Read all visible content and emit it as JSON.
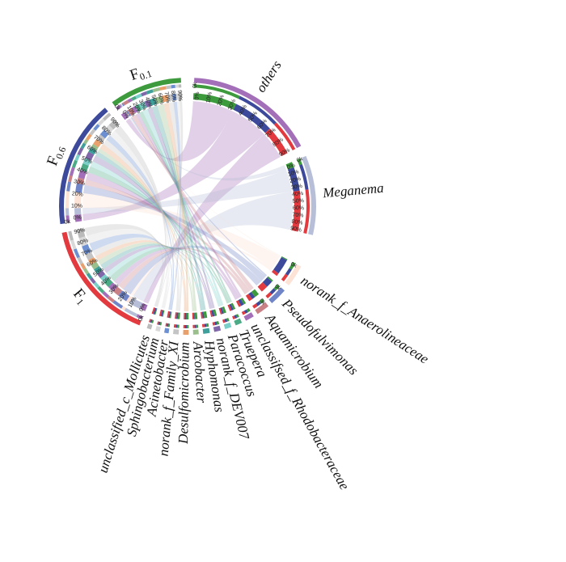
{
  "chart_data": {
    "type": "chord",
    "title": "",
    "colors": {
      "F0.1": "#3d9a3d",
      "F0.6": "#3d4a9c",
      "F1": "#e23a3e",
      "others": "#a36fb8",
      "Meganema": "#b7bfd8",
      "norank_f_Anaerolineaceae": "#fde2d6",
      "Pseudofulvimonas": "#6f85c7",
      "Aquamicrobium": "#c98186",
      "unclassified_f_Rhodobacteraceae": "#a36fb8",
      "Truepera": "#4aab86",
      "Paracoccus": "#7acfc9",
      "norank_f_DEV007": "#7f67a9",
      "Hyphomonas": "#3f9f9a",
      "Arcobacter": "#9bbf8c",
      "Desulfomicrobium": "#e8a06c",
      "norank_f_Family_XI": "#c4c4c4",
      "Acinetobacter": "#6b8fd1",
      "Sphingobacterium": "#d9d9d9",
      "unclassified_c_Mollicutes": "#bbbbbb"
    },
    "groups": [
      {
        "name": "F0.1",
        "base": "F",
        "sub": "0.1",
        "type": "sample",
        "value": 100
      },
      {
        "name": "F0.6",
        "base": "F",
        "sub": "0.6",
        "type": "sample",
        "value": 100
      },
      {
        "name": "F1",
        "base": "F",
        "sub": "1",
        "type": "sample",
        "value": 100
      },
      {
        "name": "others",
        "type": "taxon",
        "value": 100
      },
      {
        "name": "Meganema",
        "type": "taxon",
        "value": 100
      },
      {
        "name": "norank_f_Anaerolineaceae",
        "type": "taxon",
        "value": 100
      },
      {
        "name": "Pseudofulvimonas",
        "type": "taxon",
        "value": 100
      },
      {
        "name": "Aquamicrobium",
        "type": "taxon",
        "value": 100
      },
      {
        "name": "unclassified_f_Rhodobacteraceae",
        "type": "taxon",
        "value": 100
      },
      {
        "name": "Truepera",
        "type": "taxon",
        "value": 100
      },
      {
        "name": "Paracoccus",
        "type": "taxon",
        "value": 100
      },
      {
        "name": "norank_f_DEV007",
        "type": "taxon",
        "value": 100
      },
      {
        "name": "Hyphomonas",
        "type": "taxon",
        "value": 100
      },
      {
        "name": "Arcobacter",
        "type": "taxon",
        "value": 100
      },
      {
        "name": "Desulfomicrobium",
        "type": "taxon",
        "value": 100
      },
      {
        "name": "norank_f_Family_XI",
        "type": "taxon",
        "value": 100
      },
      {
        "name": "Acinetobacter",
        "type": "taxon",
        "value": 100
      },
      {
        "name": "Sphingobacterium",
        "type": "taxon",
        "value": 100
      },
      {
        "name": "unclassified_c_Mollicutes",
        "type": "taxon",
        "value": 100
      }
    ],
    "taxon_labels": {
      "Meganema": "Meganema",
      "norank_f_Anaerolineaceae": "norank_f_Anaerolineaceae",
      "Pseudofulvimonas": "Pseudofulvimonas",
      "Aquamicrobium": "Aquamicrobium",
      "unclassified_f_Rhodobacteraceae": "unclassifsed_f_Rhodobacteraceae",
      "Truepera": "Truepera",
      "Paracoccus": "Paracoccus",
      "norank_f_DEV007": "norank_f_DEV007",
      "Hyphomonas": "Hyphomonas",
      "Arcobacter": "Arcobacter",
      "Desulfomicrobium": "Desulfomicrobium",
      "norank_f_Family_XI": "norank_f_Family_XI",
      "Acinetobacter": "Acinetobacter",
      "Sphingobacterium": "Sphingobacterium",
      "unclassified_c_Mollicutes": "unclassified_c_Mollicutes"
    },
    "sample_tick_labels": [
      "0k",
      "0%",
      "10%",
      "20%",
      "30%",
      "40%",
      "50%",
      "60%",
      "70%",
      "80%",
      "90%"
    ],
    "taxon_tick_label": "0k",
    "links": [
      {
        "source": "F0.1",
        "target": "others",
        "value": 38
      },
      {
        "source": "F0.6",
        "target": "others",
        "value": 36
      },
      {
        "source": "F1",
        "target": "others",
        "value": 26
      },
      {
        "source": "F0.1",
        "target": "Meganema",
        "value": 8
      },
      {
        "source": "F0.6",
        "target": "Meganema",
        "value": 34
      },
      {
        "source": "F1",
        "target": "Meganema",
        "value": 58
      },
      {
        "source": "F0.1",
        "target": "norank_f_Anaerolineaceae",
        "value": 5
      },
      {
        "source": "F0.6",
        "target": "norank_f_Anaerolineaceae",
        "value": 80
      },
      {
        "source": "F1",
        "target": "norank_f_Anaerolineaceae",
        "value": 15
      },
      {
        "source": "F0.1",
        "target": "Pseudofulvimonas",
        "value": 10
      },
      {
        "source": "F0.6",
        "target": "Pseudofulvimonas",
        "value": 45
      },
      {
        "source": "F1",
        "target": "Pseudofulvimonas",
        "value": 45
      },
      {
        "source": "F0.1",
        "target": "Aquamicrobium",
        "value": 40
      },
      {
        "source": "F0.6",
        "target": "Aquamicrobium",
        "value": 30
      },
      {
        "source": "F1",
        "target": "Aquamicrobium",
        "value": 30
      },
      {
        "source": "F0.1",
        "target": "unclassified_f_Rhodobacteraceae",
        "value": 30
      },
      {
        "source": "F0.6",
        "target": "unclassified_f_Rhodobacteraceae",
        "value": 40
      },
      {
        "source": "F1",
        "target": "unclassified_f_Rhodobacteraceae",
        "value": 30
      },
      {
        "source": "F0.1",
        "target": "Truepera",
        "value": 35
      },
      {
        "source": "F0.6",
        "target": "Truepera",
        "value": 35
      },
      {
        "source": "F1",
        "target": "Truepera",
        "value": 30
      },
      {
        "source": "F0.1",
        "target": "Paracoccus",
        "value": 45
      },
      {
        "source": "F0.6",
        "target": "Paracoccus",
        "value": 30
      },
      {
        "source": "F1",
        "target": "Paracoccus",
        "value": 25
      },
      {
        "source": "F0.1",
        "target": "norank_f_DEV007",
        "value": 40
      },
      {
        "source": "F0.6",
        "target": "norank_f_DEV007",
        "value": 35
      },
      {
        "source": "F1",
        "target": "norank_f_DEV007",
        "value": 25
      },
      {
        "source": "F0.1",
        "target": "Hyphomonas",
        "value": 50
      },
      {
        "source": "F0.6",
        "target": "Hyphomonas",
        "value": 25
      },
      {
        "source": "F1",
        "target": "Hyphomonas",
        "value": 25
      },
      {
        "source": "F0.1",
        "target": "Arcobacter",
        "value": 55
      },
      {
        "source": "F0.6",
        "target": "Arcobacter",
        "value": 20
      },
      {
        "source": "F1",
        "target": "Arcobacter",
        "value": 25
      },
      {
        "source": "F0.1",
        "target": "Desulfomicrobium",
        "value": 45
      },
      {
        "source": "F0.6",
        "target": "Desulfomicrobium",
        "value": 30
      },
      {
        "source": "F1",
        "target": "Desulfomicrobium",
        "value": 25
      },
      {
        "source": "F0.1",
        "target": "norank_f_Family_XI",
        "value": 40
      },
      {
        "source": "F0.6",
        "target": "norank_f_Family_XI",
        "value": 30
      },
      {
        "source": "F1",
        "target": "norank_f_Family_XI",
        "value": 30
      },
      {
        "source": "F0.1",
        "target": "Acinetobacter",
        "value": 30
      },
      {
        "source": "F0.6",
        "target": "Acinetobacter",
        "value": 30
      },
      {
        "source": "F1",
        "target": "Acinetobacter",
        "value": 40
      },
      {
        "source": "F0.1",
        "target": "Sphingobacterium",
        "value": 25
      },
      {
        "source": "F0.6",
        "target": "Sphingobacterium",
        "value": 35
      },
      {
        "source": "F1",
        "target": "Sphingobacterium",
        "value": 40
      },
      {
        "source": "F0.1",
        "target": "unclassified_c_Mollicutes",
        "value": 20
      },
      {
        "source": "F0.6",
        "target": "unclassified_c_Mollicutes",
        "value": 40
      },
      {
        "source": "F1",
        "target": "unclassified_c_Mollicutes",
        "value": 40
      }
    ],
    "legend": "none",
    "grid": false
  }
}
